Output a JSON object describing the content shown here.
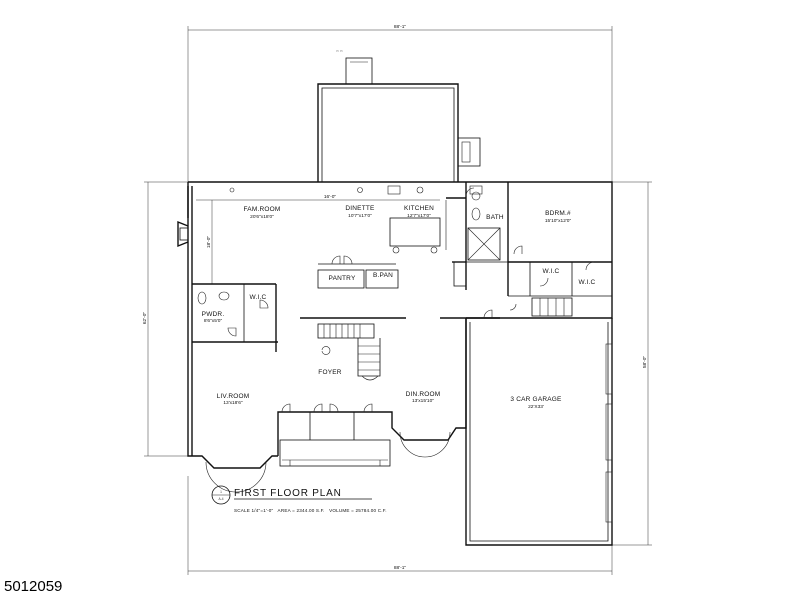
{
  "listing_id": "5012059",
  "plan": {
    "title": "FIRST FLOOR PLAN",
    "scale_text": "SCALE 1/4\"=1'-0\"   AREA = 2344.00 S.F.   VOLUME = 25784.00 C.F.",
    "sheet_top": "1",
    "sheet_bottom": "A-4"
  },
  "dimensions": {
    "overall_top": "88'-1\"",
    "overall_bottom": "88'-1\"",
    "left_side": "62'-0\"",
    "right_side": "58'-0\"",
    "fam_dim": "18'-0\"",
    "fam_width": "16'-0\""
  },
  "rooms": {
    "fam_room": {
      "name": "FAM.ROOM",
      "dims": "20'6\"x18'0\""
    },
    "dinette": {
      "name": "DINETTE",
      "dims": "10'7\"x17'0\""
    },
    "kitchen": {
      "name": "KITCHEN",
      "dims": "12'7\"x17'0\""
    },
    "bath": {
      "name": "BATH"
    },
    "bdrm": {
      "name": "BDRM.#",
      "dims": "15'10\"x12'0\""
    },
    "wic_bdrm": {
      "name": "W.I.C"
    },
    "wic_bdrm2": {
      "name": "W.I.C"
    },
    "pantry": {
      "name": "PANTRY"
    },
    "bpan": {
      "name": "B.PAN"
    },
    "wic_pwdr": {
      "name": "W.I.C"
    },
    "pwdr": {
      "name": "PWDR.",
      "dims": "8'6\"x5'0\""
    },
    "foyer": {
      "name": "FOYER"
    },
    "liv_room": {
      "name": "LIV.ROOM",
      "dims": "13'x18'6\""
    },
    "din_room": {
      "name": "DIN.ROOM",
      "dims": "13'x15'10\""
    },
    "garage": {
      "name": "3 CAR GARAGE",
      "dims": "22'X33'"
    }
  }
}
